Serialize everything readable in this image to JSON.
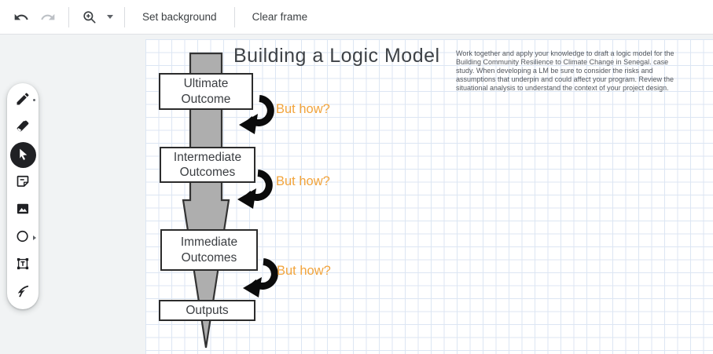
{
  "toolbar": {
    "set_background": "Set background",
    "clear_frame": "Clear frame"
  },
  "canvas": {
    "title": "Building a Logic Model",
    "boxes": [
      "Ultimate Outcome",
      "Intermediate Outcomes",
      "Immediate Outcomes",
      "Outputs"
    ],
    "but_how": "But how?",
    "note": "Work together and apply your knowledge to draft a logic model for the Building Community Resilience to Climate Change in Senegal. case study. When developing a LM be sure to consider the risks and assumptions that underpin and could affect your program. Review the situational analysis to understand the context of your project design."
  },
  "icons": {
    "toolbar": [
      "undo-icon",
      "redo-icon",
      "zoom-in-icon",
      "caret-down-icon"
    ],
    "palette": [
      "pen-icon",
      "eraser-icon",
      "select-cursor-icon",
      "sticky-note-icon",
      "image-icon",
      "circle-shape-icon",
      "text-box-icon",
      "laser-pointer-icon"
    ],
    "diagram": [
      "down-arrow-shape",
      "loop-arrow-icon"
    ]
  },
  "colors": {
    "but_how_text": "#F2A43C",
    "arrow_fill": "#AEAEAE",
    "arrow_stroke": "#333333",
    "grid_line": "#DCE6F3",
    "active_tool_bg": "#202124",
    "toolbar_text": "#3C4043",
    "disabled_icon": "#BDC1C6"
  }
}
